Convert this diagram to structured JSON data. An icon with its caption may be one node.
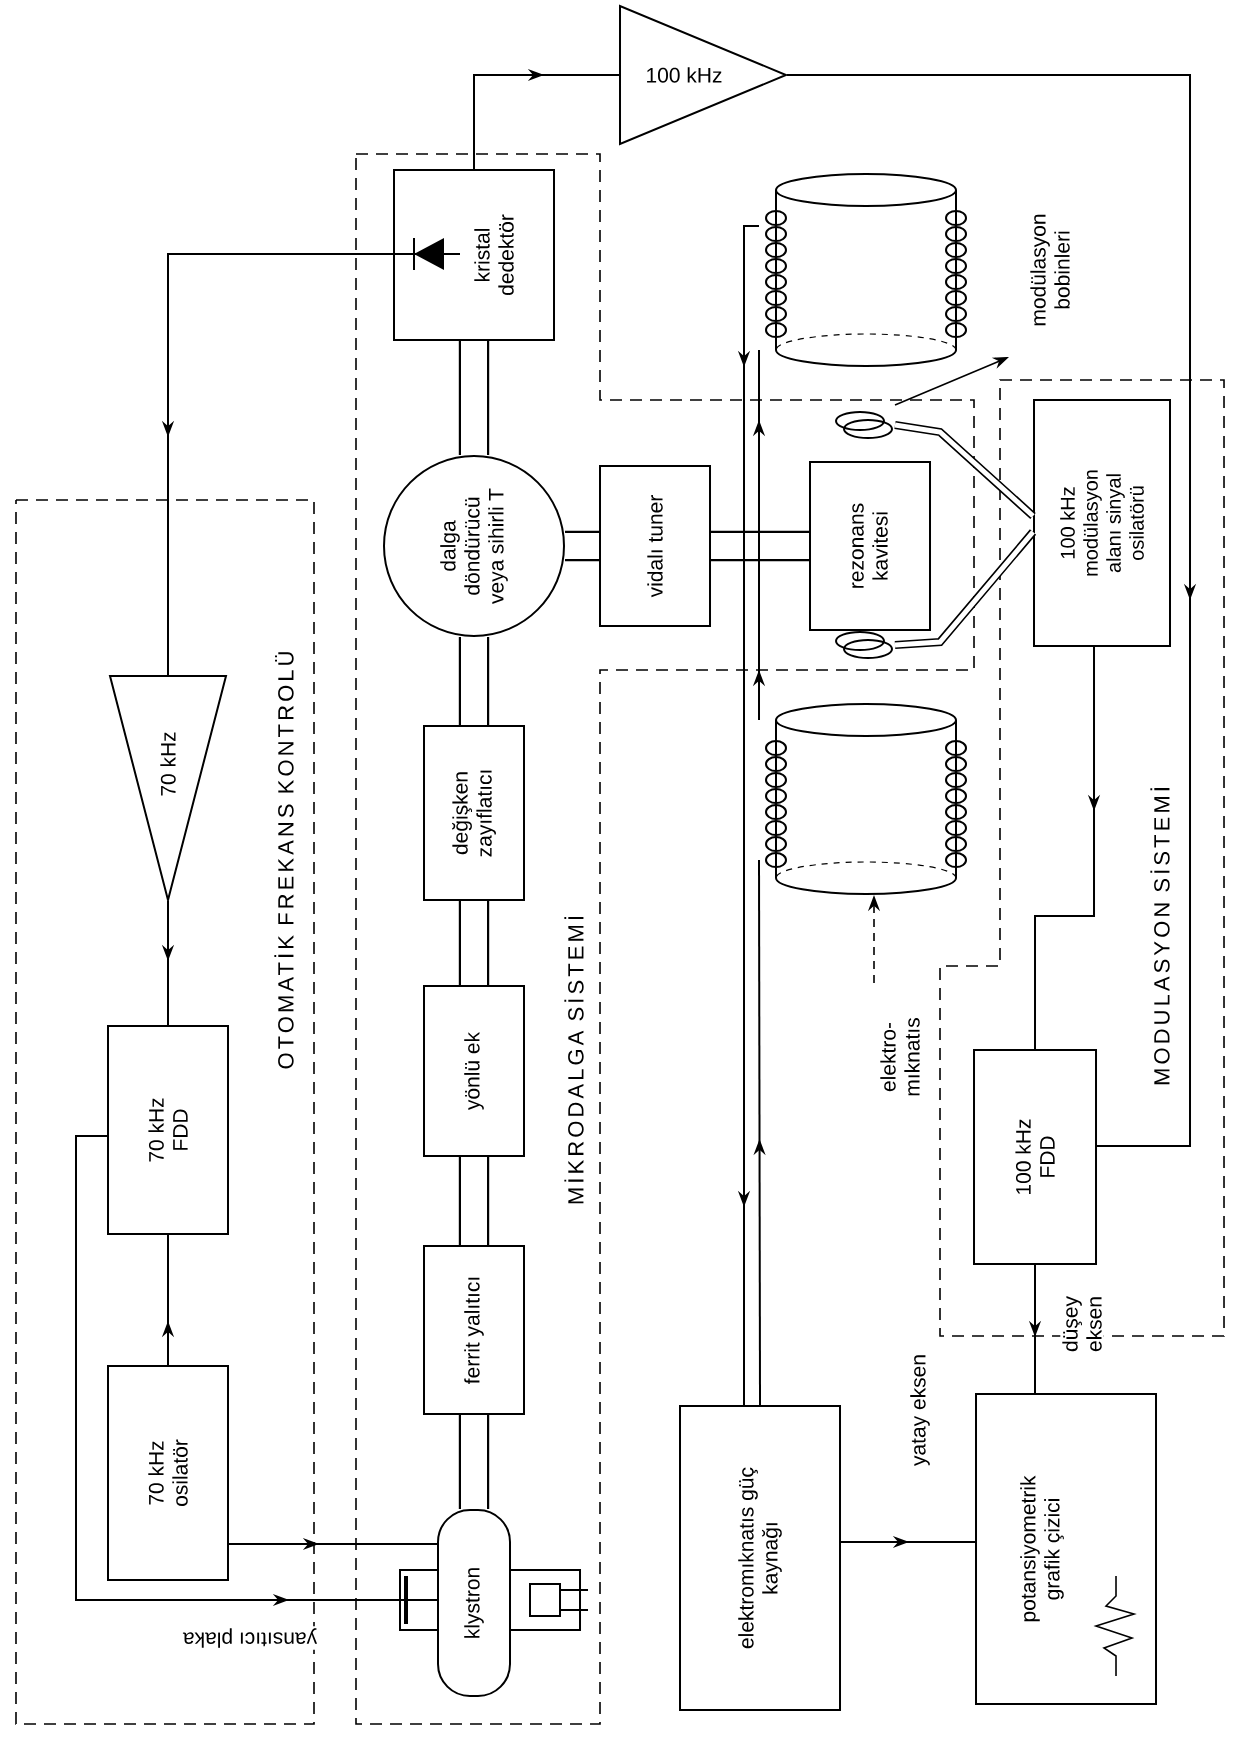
{
  "diagram": {
    "nodes": [
      {
        "text": [
          "OTOMATİK FREKANS KONTROLÜ"
        ]
      },
      {
        "text": [
          "70 kHz"
        ],
        "in": 0
      },
      {
        "text": [
          "70 kHz FDD"
        ],
        "in": 0
      },
      {
        "text": [
          "70 kHz osilatör"
        ],
        "in": 0
      },
      {
        "text": [
          "MİKRODALGA SİSTEMİ"
        ]
      },
      {
        "text": [
          "kristal dedektör"
        ],
        "in": 4
      },
      {
        "text": [
          "dalga döndürücü veya sihirli T"
        ],
        "in": 4
      },
      {
        "text": [
          "değişken zayıflatıcı"
        ],
        "in": 4
      },
      {
        "text": [
          "yönlü ek"
        ],
        "in": 4
      },
      {
        "text": [
          "ferrit yalıtıcı"
        ],
        "in": 4
      },
      {
        "text": [
          "klystron"
        ],
        "in": 4
      },
      {
        "text": [
          "vidalı tuner"
        ],
        "in": 4
      },
      {
        "text": [
          "rezonans kavitesi"
        ],
        "in": 4
      },
      {
        "text": [],
        "shape": "coil",
        "in": 4
      },
      {
        "text": [],
        "shape": "coil",
        "in": 4
      },
      {
        "text": [
          "100 kHz"
        ]
      },
      {
        "text": [],
        "shape": "cylinder"
      },
      {
        "text": [],
        "shape": "cylinder"
      },
      {
        "text": [
          "modülasyon bobinleri"
        ]
      },
      {
        "text": [
          "elektro- mıknatıs"
        ]
      },
      {
        "text": [
          "MODULASYON SİSTEMİ"
        ]
      },
      {
        "text": [
          "100 kHz modülasyon alanı sinyal osilatörü"
        ],
        "in": 20
      },
      {
        "text": [
          "100 kHz FDD"
        ],
        "in": 20
      },
      {
        "text": [
          "elektromıknatıs güç kaynağı"
        ]
      },
      {
        "text": [
          "potansiyometrik grafik çizici"
        ]
      }
    ],
    "edges": [
      {
        "from": 5,
        "to": 15,
        "arrow": "to"
      },
      {
        "from": 5,
        "to": 1,
        "arrow": "to"
      },
      {
        "from": 1,
        "to": 2,
        "arrow": "to"
      },
      {
        "from": 3,
        "to": 2,
        "arrow": "to"
      },
      {
        "from": 3,
        "to": 10,
        "arrow": "to"
      },
      {
        "from": 2,
        "to": 10,
        "arrow": "to",
        "label": "yansıtıcı plaka"
      },
      {
        "from": 10,
        "to": 9,
        "arrow": "none",
        "style": "thick"
      },
      {
        "from": 9,
        "to": 8,
        "arrow": "none",
        "style": "thick"
      },
      {
        "from": 8,
        "to": 7,
        "arrow": "none",
        "style": "thick"
      },
      {
        "from": 7,
        "to": 6,
        "arrow": "none",
        "style": "thick"
      },
      {
        "from": 6,
        "to": 5,
        "arrow": "none",
        "style": "thick"
      },
      {
        "from": 6,
        "to": 11,
        "arrow": "none",
        "style": "thick"
      },
      {
        "from": 11,
        "to": 12,
        "arrow": "none",
        "style": "thick"
      },
      {
        "from": 15,
        "to": 22,
        "arrow": "to"
      },
      {
        "from": 21,
        "to": 22,
        "arrow": "to"
      },
      {
        "from": 21,
        "to": 13,
        "arrow": "none",
        "style": "thick"
      },
      {
        "from": 21,
        "to": 14,
        "arrow": "none",
        "style": "thick"
      },
      {
        "from": 13,
        "to": 18,
        "arrow": "to"
      },
      {
        "from": 19,
        "to": 17,
        "arrow": "to",
        "style": "dashed"
      },
      {
        "from": 23,
        "to": 17,
        "arrow": "to"
      },
      {
        "from": 17,
        "to": 16,
        "arrow": "to"
      },
      {
        "from": 16,
        "to": 23,
        "arrow": "to"
      },
      {
        "from": 22,
        "to": 24,
        "arrow": "to",
        "label": "düşey eksen"
      },
      {
        "from": 23,
        "to": 24,
        "arrow": "to",
        "label": "yatay eksen"
      }
    ]
  }
}
